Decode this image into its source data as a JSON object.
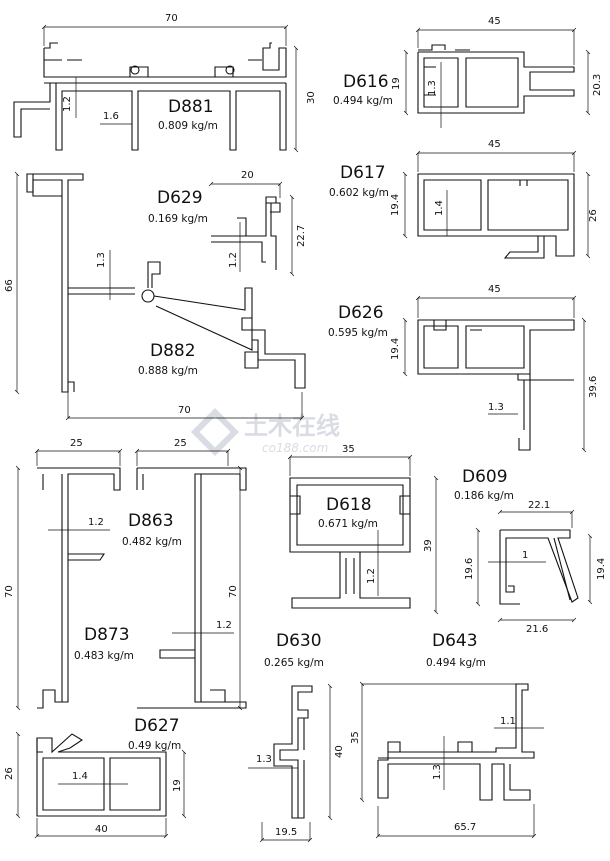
{
  "watermark": {
    "text": "土木在线",
    "sub": "co188.com"
  },
  "profiles": [
    {
      "id": "D881",
      "code": "D881",
      "weight": "0.809 kg/m",
      "dims": [
        "70",
        "30",
        "1.2",
        "1.6"
      ]
    },
    {
      "id": "D616",
      "code": "D616",
      "weight": "0.494 kg/m",
      "dims": [
        "45",
        "19",
        "1.3",
        "20.3"
      ]
    },
    {
      "id": "D629",
      "code": "D629",
      "weight": "0.169 kg/m",
      "dims": [
        "20",
        "22.7",
        "1.2"
      ]
    },
    {
      "id": "D617",
      "code": "D617",
      "weight": "0.602 kg/m",
      "dims": [
        "45",
        "19.4",
        "1.4",
        "26"
      ]
    },
    {
      "id": "D882",
      "code": "D882",
      "weight": "0.888 kg/m",
      "dims": [
        "66",
        "1.3",
        "70"
      ]
    },
    {
      "id": "D626",
      "code": "D626",
      "weight": "0.595 kg/m",
      "dims": [
        "45",
        "19.4",
        "39.6",
        "1.3"
      ]
    },
    {
      "id": "D863",
      "code": "D863",
      "weight": "0.482 kg/m",
      "dims": [
        "25",
        "25",
        "70",
        "1.2"
      ]
    },
    {
      "id": "D873",
      "code": "D873",
      "weight": "0.483 kg/m",
      "dims": [
        "70",
        "1.2"
      ]
    },
    {
      "id": "D618",
      "code": "D618",
      "weight": "0.671 kg/m",
      "dims": [
        "35",
        "39",
        "1.2"
      ]
    },
    {
      "id": "D609",
      "code": "D609",
      "weight": "0.186 kg/m",
      "dims": [
        "22.1",
        "19.6",
        "1",
        "19.4",
        "21.6"
      ]
    },
    {
      "id": "D630",
      "code": "D630",
      "weight": "0.265 kg/m",
      "dims": [
        "40",
        "1.3",
        "19.5"
      ]
    },
    {
      "id": "D643",
      "code": "D643",
      "weight": "0.494 kg/m",
      "dims": [
        "35",
        "1.1",
        "1.3",
        "65.7"
      ]
    },
    {
      "id": "D627",
      "code": "D627",
      "weight": "0.49 kg/m",
      "dims": [
        "26",
        "1.4",
        "19",
        "40"
      ]
    }
  ]
}
